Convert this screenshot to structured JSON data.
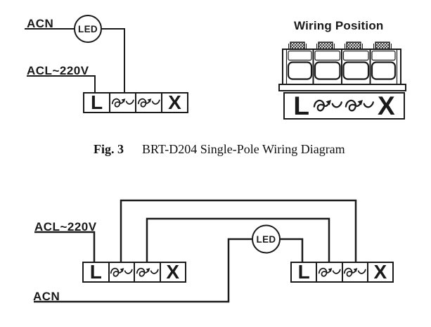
{
  "colors": {
    "line": "#1a1a1a",
    "background": "#ffffff"
  },
  "top_diagram": {
    "acn_label": "ACN",
    "acl_label": "ACL~220V",
    "led_label": "LED",
    "block": {
      "l": "L",
      "x": "X"
    }
  },
  "wiring_position": {
    "title": "Wiring Position",
    "block": {
      "l": "L",
      "x": "X"
    }
  },
  "caption": {
    "fig": "Fig. 3",
    "title": "BRT-D204 Single-Pole Wiring Diagram"
  },
  "bottom_diagram": {
    "acl_label": "ACL~220V",
    "acn_label": "ACN",
    "led_label": "LED",
    "left_block": {
      "l": "L",
      "x": "X"
    },
    "right_block": {
      "l": "L",
      "x": "X"
    }
  }
}
